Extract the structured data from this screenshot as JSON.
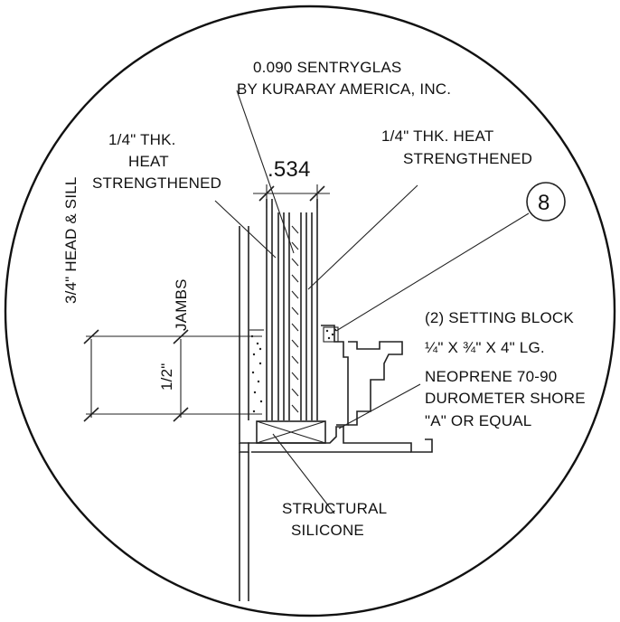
{
  "labels": {
    "interlayer_1": "0.090 SENTRYGLAS",
    "interlayer_2": "BY KURARAY AMERICA, INC.",
    "left_glass_1": "1/4\" THK.",
    "left_glass_2": "HEAT",
    "left_glass_3": "STRENGTHENED",
    "right_glass_1": "1/4\" THK. HEAT",
    "right_glass_2": "STRENGTHENED",
    "dimension": ".534",
    "callout_number": "8",
    "head_sill": "3/4\" HEAD & SILL",
    "jambs_dim": "1/2\"",
    "jambs": "JAMBS",
    "setting_1": "(2) SETTING BLOCK",
    "setting_2": "¼\" X ¾\" X 4\" LG.",
    "setting_3": "NEOPRENE 70-90",
    "setting_4": "DUROMETER SHORE",
    "setting_5": "\"A\" OR EQUAL",
    "silicone_1": "STRUCTURAL",
    "silicone_2": "SILICONE"
  }
}
